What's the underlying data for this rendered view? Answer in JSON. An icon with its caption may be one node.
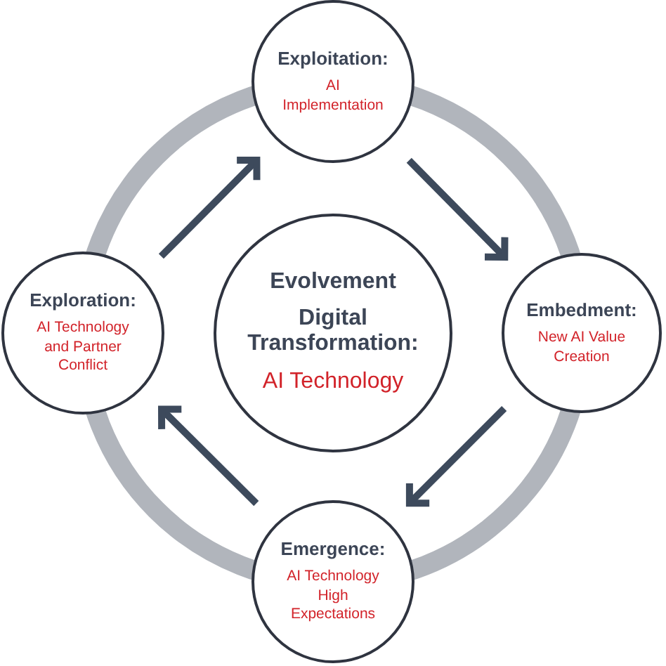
{
  "diagram": {
    "nodes": [
      {
        "text": [
          "Exploitation:",
          "AI Implementation"
        ]
      },
      {
        "text": [
          "Exploration:",
          "AI Technology and Partner Conflict"
        ]
      },
      {
        "text": [
          "Evolvement",
          "Digital Transformation:",
          "AI Technology"
        ]
      },
      {
        "text": [
          "Embedment:",
          "New AI Value Creation"
        ]
      },
      {
        "text": [
          "Emergence:",
          "AI Technology High Expectations"
        ]
      }
    ],
    "edges": [
      {
        "from": 1,
        "to": 0,
        "arrow": "to"
      },
      {
        "from": 0,
        "to": 3,
        "arrow": "to"
      },
      {
        "from": 3,
        "to": 4,
        "arrow": "to"
      },
      {
        "from": 4,
        "to": 1,
        "arrow": "to"
      }
    ]
  }
}
